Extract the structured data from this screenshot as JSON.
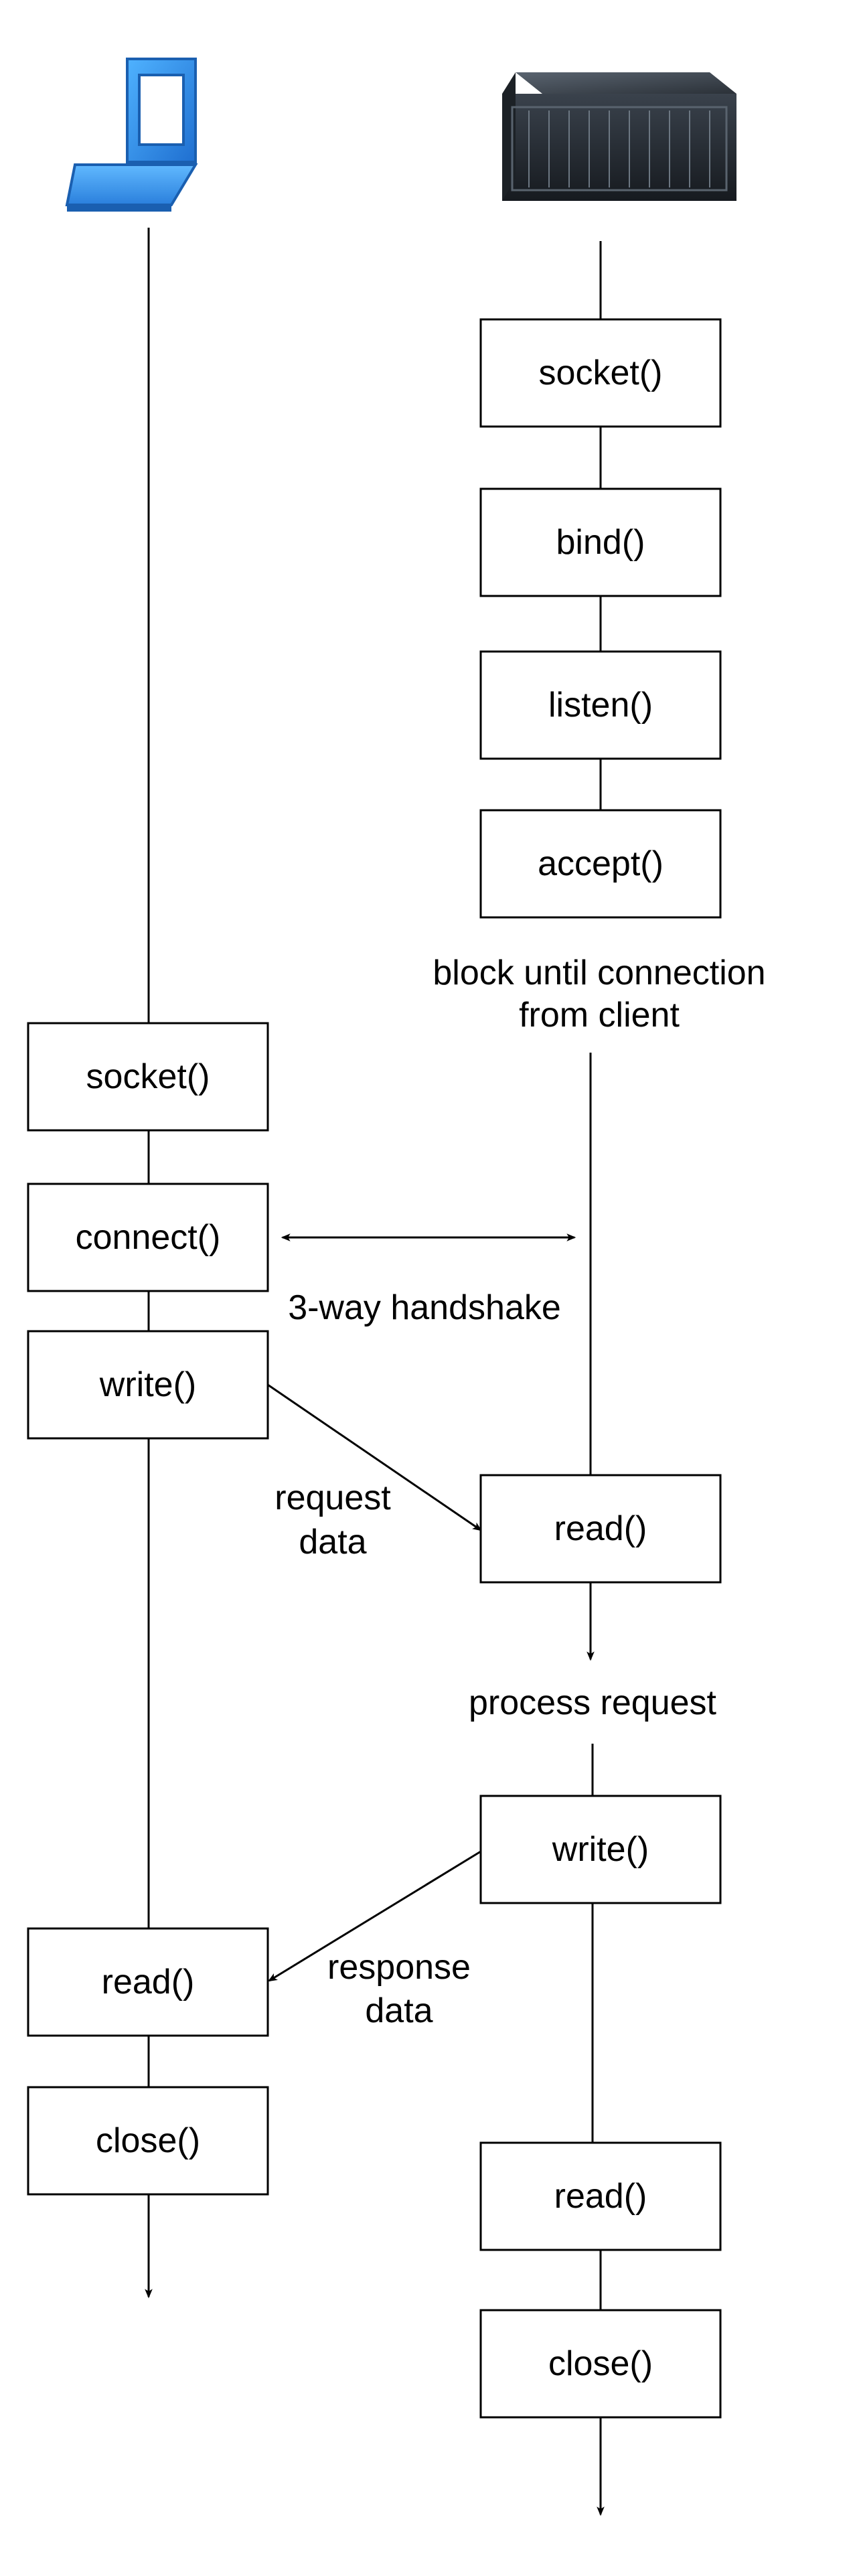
{
  "nodes": {
    "client_socket": "socket()",
    "client_connect": "connect()",
    "client_write": "write()",
    "client_read": "read()",
    "client_close": "close()",
    "server_socket": "socket()",
    "server_bind": "bind()",
    "server_listen": "listen()",
    "server_accept": "accept()",
    "server_read_request": "read()",
    "server_write": "write()",
    "server_read_final": "read()",
    "server_close": "close()"
  },
  "labels": {
    "block_line1": "block until connection",
    "block_line2": "from client",
    "handshake": "3-way handshake",
    "request_line1": "request",
    "request_line2": "data",
    "process": "process request",
    "response_line1": "response",
    "response_line2": "data"
  },
  "icons": {
    "client": "laptop-icon",
    "server": "server-rack-icon"
  },
  "colors": {
    "laptop_blue": "#2f8fe0",
    "server_dark": "#2a3038"
  }
}
